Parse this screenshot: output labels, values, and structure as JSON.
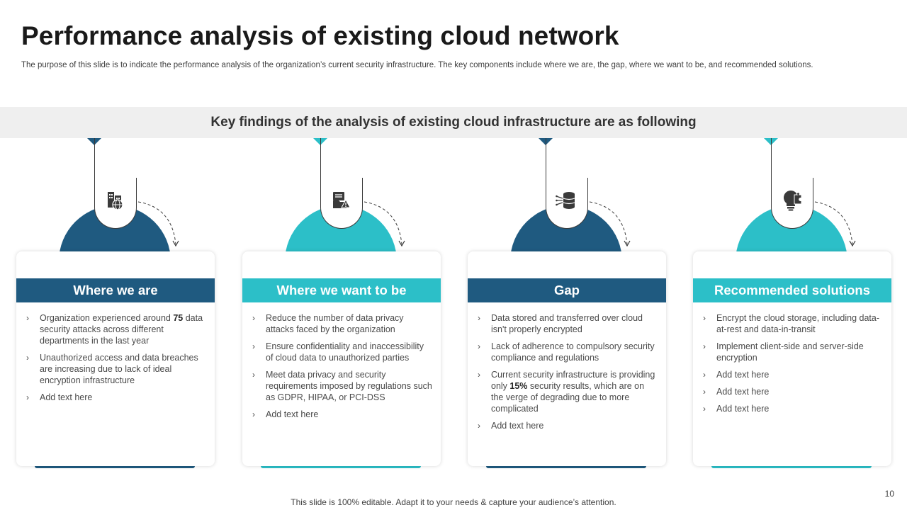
{
  "title": "Performance analysis of existing cloud network",
  "subtitle": "The purpose of this slide is to indicate the performance analysis of the organization’s current security infrastructure. The key components include where we are, the gap, where we want to be, and recommended solutions.",
  "banner": "Key findings of the analysis of existing cloud infrastructure are as following",
  "colors": {
    "navy": "#1f5a80",
    "teal": "#2cbfc8"
  },
  "columns": [
    {
      "heading": "Where we are",
      "icon": "building-globe-icon",
      "color": "#1f5a80",
      "bullets": [
        {
          "pre": "Organization experienced around ",
          "bold": "75",
          "post": " data security attacks across different departments in the last year"
        },
        {
          "pre": "Unauthorized access and data breaches are increasing due to lack of ideal encryption infrastructure",
          "bold": "",
          "post": ""
        },
        {
          "pre": "Add text here",
          "bold": "",
          "post": ""
        }
      ]
    },
    {
      "heading": "Where we want to be",
      "icon": "locked-folder-warning-icon",
      "color": "#2cbfc8",
      "bullets": [
        {
          "pre": "Reduce the number of data privacy attacks faced by the organization",
          "bold": "",
          "post": ""
        },
        {
          "pre": "Ensure confidentiality and inaccessibility of cloud data to unauthorized parties",
          "bold": "",
          "post": ""
        },
        {
          "pre": "Meet data privacy and security requirements imposed by regulations such as GDPR, HIPAA, or PCI-DSS",
          "bold": "",
          "post": ""
        },
        {
          "pre": "Add text here",
          "bold": "",
          "post": ""
        }
      ]
    },
    {
      "heading": "Gap",
      "icon": "database-network-icon",
      "color": "#1f5a80",
      "bullets": [
        {
          "pre": "Data stored and transferred over cloud isn't properly encrypted",
          "bold": "",
          "post": ""
        },
        {
          "pre": "Lack of adherence to compulsory security compliance and regulations",
          "bold": "",
          "post": ""
        },
        {
          "pre": "Current security infrastructure is providing only ",
          "bold": "15%",
          "post": " security results, which are on the verge of degrading due to more complicated"
        },
        {
          "pre": "Add text here",
          "bold": "",
          "post": ""
        }
      ]
    },
    {
      "heading": "Recommended solutions",
      "icon": "lightbulb-puzzle-icon",
      "color": "#2cbfc8",
      "bullets": [
        {
          "pre": "Encrypt the cloud storage, including data-at-rest and data-in-transit",
          "bold": "",
          "post": ""
        },
        {
          "pre": "Implement client-side and server-side encryption",
          "bold": "",
          "post": ""
        },
        {
          "pre": "Add text here",
          "bold": "",
          "post": ""
        },
        {
          "pre": "Add text here",
          "bold": "",
          "post": ""
        },
        {
          "pre": "Add text here",
          "bold": "",
          "post": ""
        }
      ]
    }
  ],
  "footer": "This slide is 100% editable. Adapt it to your needs & capture your audience’s attention.",
  "page_number": "10"
}
